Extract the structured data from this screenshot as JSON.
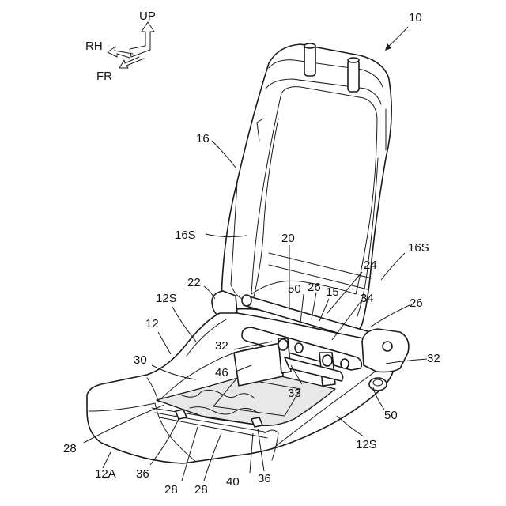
{
  "figure": {
    "reference_number": "10",
    "orientation": {
      "up": "UP",
      "right": "RH",
      "front": "FR"
    },
    "labels": {
      "backrest": "16",
      "backrest_side_left": "16S",
      "backrest_side_right": "16S",
      "frame": "20",
      "bracket": "22",
      "link_24": "24",
      "link_26_upper": "26",
      "link_26_right": "26",
      "part_15": "15",
      "part_34": "34",
      "part_50_upper": "50",
      "cushion_side_left": "12S",
      "cushion": "12",
      "part_30": "30",
      "part_32_left": "32",
      "part_32_right": "32",
      "part_46": "46",
      "part_33": "33",
      "part_50_lower": "50",
      "cushion_side_front": "12S",
      "wire_28_left": "28",
      "cushion_front": "12A",
      "clip_36_left": "36",
      "wire_28_bottom_a": "28",
      "wire_28_bottom_b": "28",
      "pad_40": "40",
      "clip_36_right": "36"
    }
  }
}
